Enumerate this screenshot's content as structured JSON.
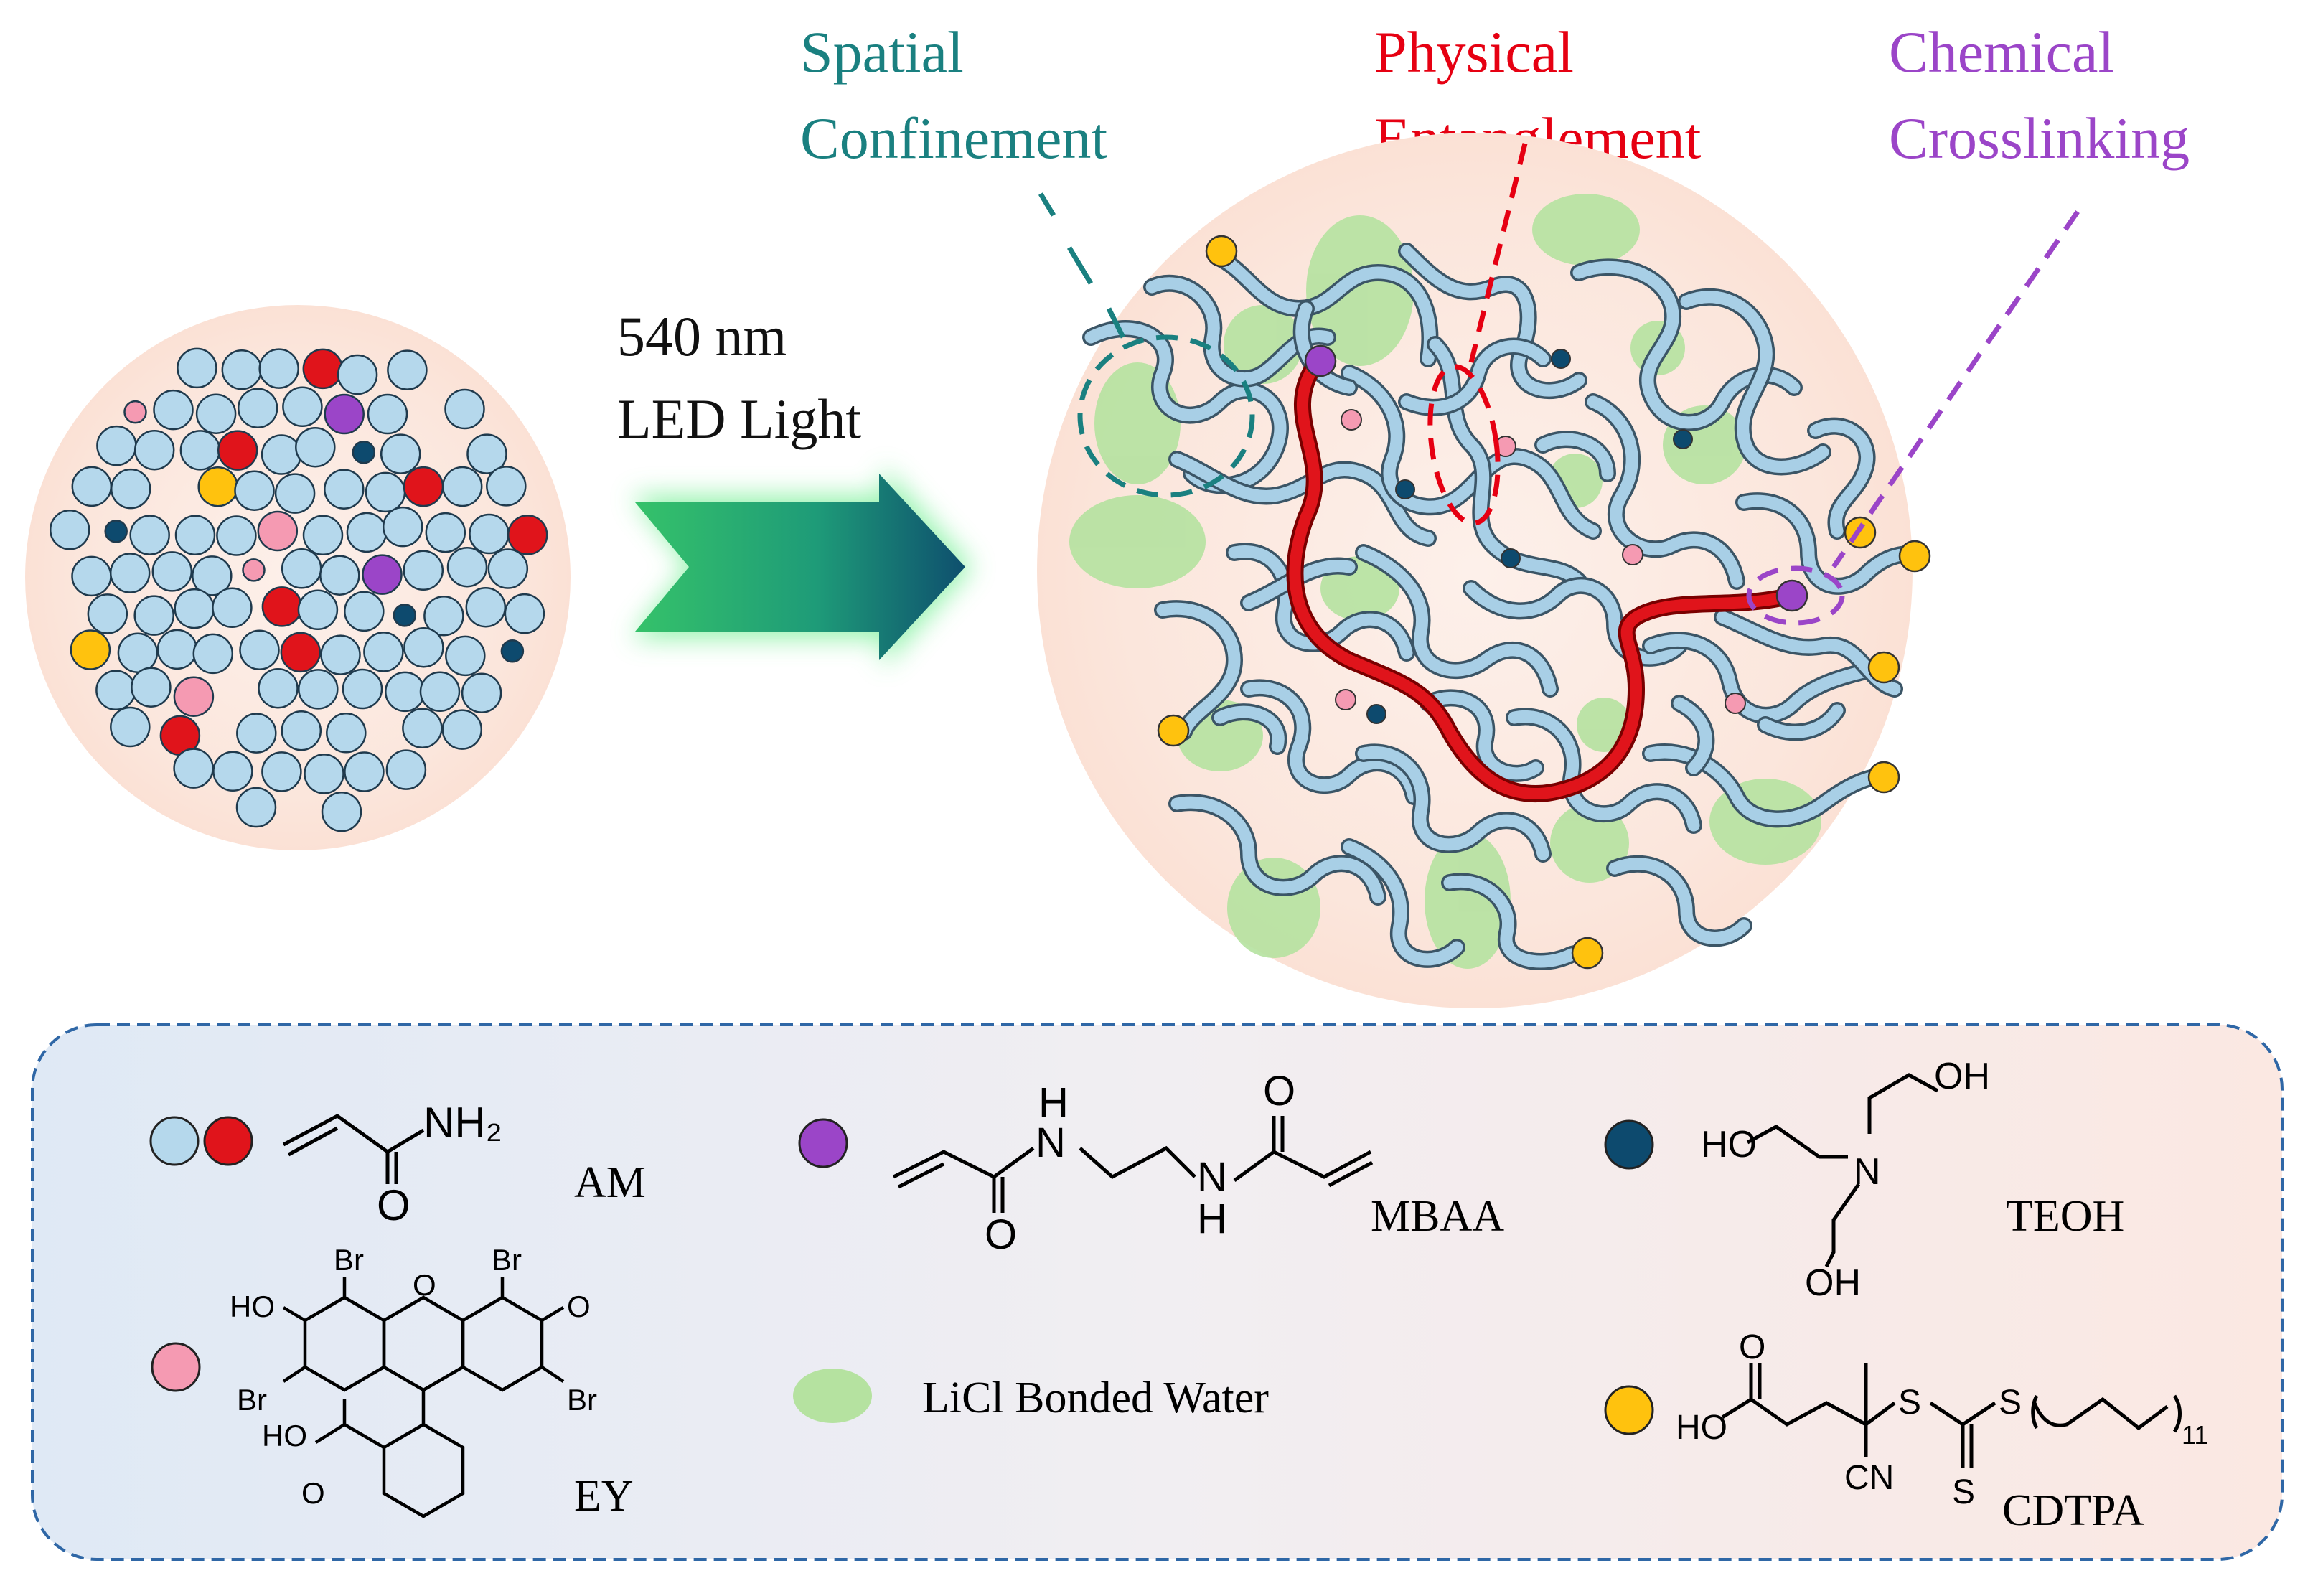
{
  "colors": {
    "spatial": "#1a8080",
    "physical": "#e60012",
    "chemical": "#9b45c8",
    "water_blob": "#b5e2a0",
    "monomer": "#b5d8ec",
    "monomer_red": "#e0141b",
    "crosslinker": "#9b45c8",
    "teoh": "#0d4a6e",
    "ey": "#f59ab2",
    "cdtpa": "#ffc20e",
    "chain": "#a8cfe6"
  },
  "labels": {
    "spatial_line1": "Spatial",
    "spatial_line2": "Confinement",
    "physical_line1": "Physical",
    "physical_line2": "Entanglement",
    "chemical_line1": "Chemical",
    "chemical_line2": "Crosslinking",
    "light_line1": "540 nm",
    "light_line2": "LED Light"
  },
  "legend": {
    "am": "AM",
    "mbaa": "MBAA",
    "teoh": "TEOH",
    "ey": "EY",
    "licl": "LiCl Bonded Water",
    "cdtpa": "CDTPA"
  },
  "chem": {
    "nh2": "NH₂",
    "o": "O",
    "h": "H",
    "n": "N",
    "ho": "HO",
    "oh": "OH",
    "br": "Br",
    "s": "S",
    "cn": "CN",
    "sub11": "11"
  },
  "icons": [
    "arrow-icon",
    "monomer-circle-icon",
    "water-blob-icon"
  ]
}
